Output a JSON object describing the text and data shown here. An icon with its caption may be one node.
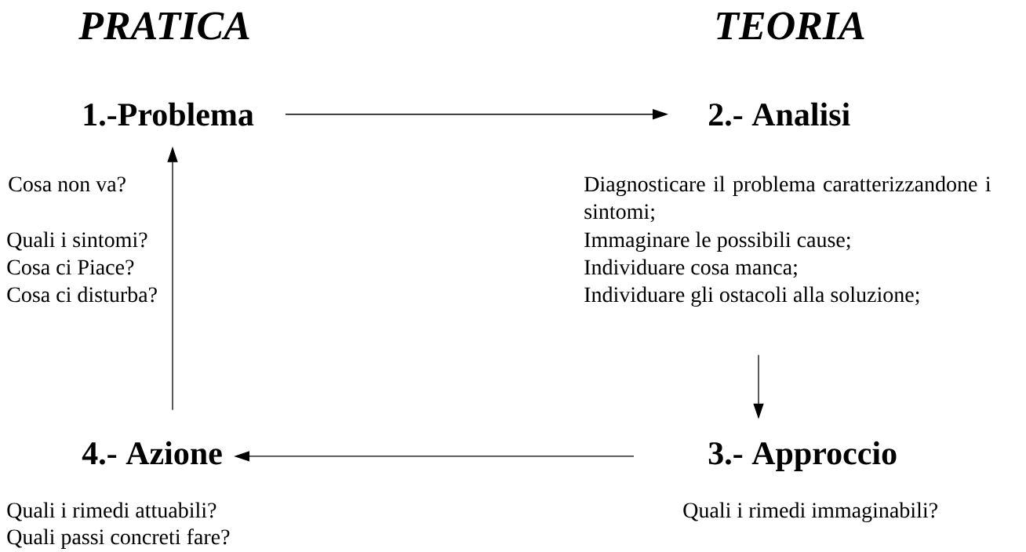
{
  "diagram": {
    "nodes": [
      {
        "text": [
          "1.-Problema"
        ],
        "beside": [
          "Cosa non va?",
          "Quali i sintomi?",
          "Cosa ci Piace?",
          "Cosa ci disturba?"
        ]
      },
      {
        "text": [
          "2.- Analisi"
        ],
        "beside": [
          "Diagnosticare il problema caratterizzandone i sintomi;",
          "Immaginare le possibili cause;",
          "Individuare cosa manca;",
          "Individuare gli ostacoli alla soluzione;"
        ]
      },
      {
        "text": [
          "3.- Approccio"
        ],
        "beside": [
          "Quali i rimedi immaginabili?"
        ]
      },
      {
        "text": [
          "4.- Azione"
        ],
        "beside": [
          "Quali i rimedi attuabili?",
          "Quali passi concreti fare?"
        ]
      }
    ],
    "edges": [
      {
        "from": 0,
        "to": 1,
        "arrow": "to"
      },
      {
        "from": 1,
        "to": 2,
        "arrow": "to"
      },
      {
        "from": 2,
        "to": 3,
        "arrow": "to"
      },
      {
        "from": 3,
        "to": 0,
        "arrow": "to"
      }
    ],
    "labels": [
      "PRATICA",
      "TEORIA"
    ]
  }
}
